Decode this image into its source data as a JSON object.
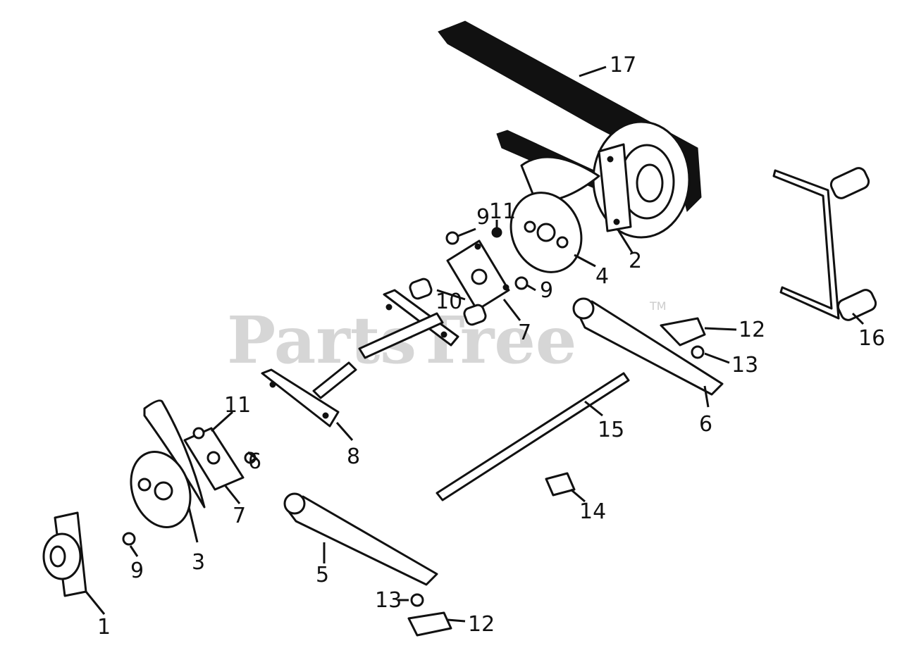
{
  "watermark": {
    "text": "PartsTree",
    "trademark": "TM",
    "color": "#d6d6d6"
  },
  "callouts": [
    "1",
    "2",
    "3",
    "4",
    "5",
    "6",
    "7",
    "7",
    "8",
    "9",
    "9",
    "9",
    "10",
    "11",
    "11",
    "12",
    "12",
    "13",
    "13",
    "14",
    "15",
    "16",
    "17",
    "6"
  ]
}
